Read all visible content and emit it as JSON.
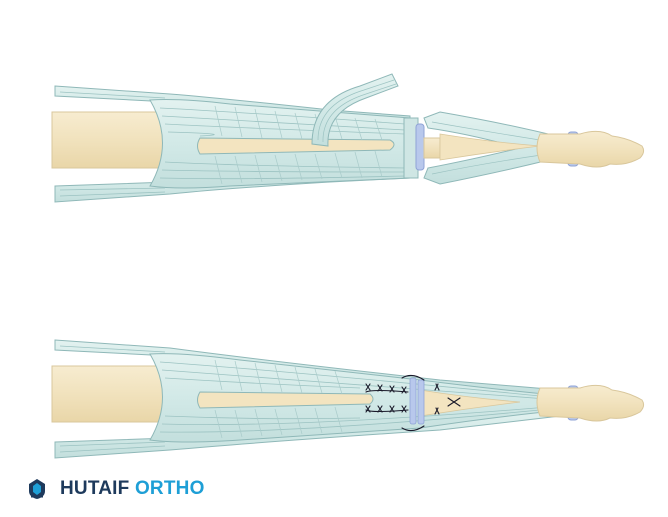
{
  "brand": {
    "name_primary": "HUTAIF",
    "name_accent": "ORTHO",
    "logo_icon": "hutaif-ortho-logo-icon",
    "colors": {
      "primary": "#1e3a5c",
      "accent": "#1e9fd6"
    }
  },
  "illustration": {
    "panels": [
      "tendon-before-repair",
      "tendon-after-repair"
    ],
    "colors": {
      "tendon": "#d6ecea",
      "tendon_stroke": "#8fb8b8",
      "tendon_line": "#9cc3c2",
      "bone": "#f3e6c4",
      "bone_stroke": "#d9c79c",
      "pulley": "#b8c8ec",
      "suture": "#1a1a2a"
    }
  }
}
